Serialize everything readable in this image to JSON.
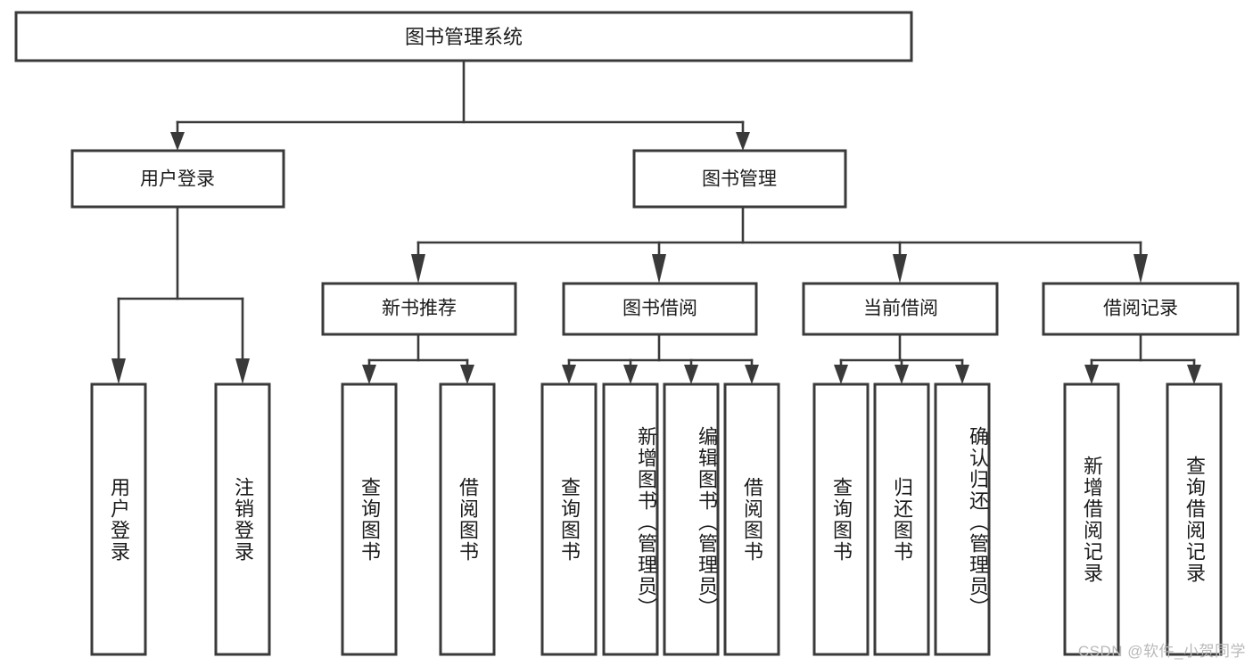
{
  "diagram": {
    "title": "图书管理系统",
    "type": "tree-hierarchy-diagram",
    "colors": {
      "box_stroke": "#3a3a3a",
      "box_fill": "#ffffff",
      "connector": "#3a3a3a",
      "text": "#1b1b1b",
      "background": "#ffffff",
      "watermark": "#b9b9b9"
    },
    "root": {
      "label": "图书管理系统"
    },
    "level2": [
      {
        "label": "用户登录"
      },
      {
        "label": "图书管理"
      }
    ],
    "level3": [
      {
        "label": "新书推荐"
      },
      {
        "label": "图书借阅"
      },
      {
        "label": "当前借阅"
      },
      {
        "label": "借阅记录"
      }
    ],
    "leaves": {
      "user_login": [
        {
          "label": "用户登录"
        },
        {
          "label": "注销登录"
        }
      ],
      "new_book_recommend": [
        {
          "label": "查询图书"
        },
        {
          "label": "借阅图书"
        }
      ],
      "book_borrow": [
        {
          "label": "查询图书"
        },
        {
          "label": "新增图书（管理员）"
        },
        {
          "label": "编辑图书（管理员）"
        },
        {
          "label": "借阅图书"
        }
      ],
      "current_borrow": [
        {
          "label": "查询图书"
        },
        {
          "label": "归还图书"
        },
        {
          "label": "确认归还（管理员）"
        }
      ],
      "borrow_record": [
        {
          "label": "新增借阅记录"
        },
        {
          "label": "查询借阅记录"
        }
      ]
    }
  },
  "watermark": {
    "text": "CSDN @软件_小贺同学"
  }
}
